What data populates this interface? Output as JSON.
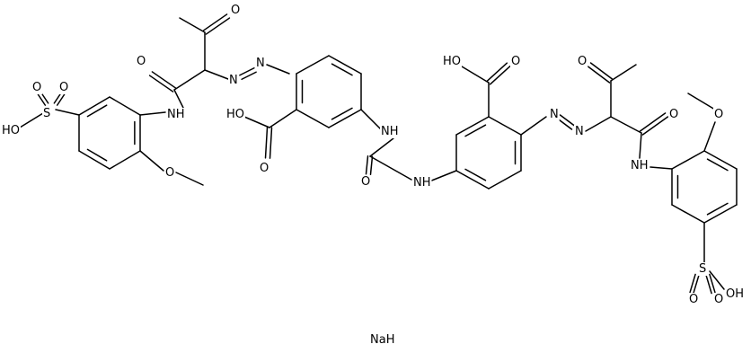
{
  "molecule": {
    "labels": {
      "sulfo_oh_left": "HO",
      "sulfo_s_left": "S",
      "sulfo_o1_left": "O",
      "sulfo_o2_left": "O",
      "amide_nh_left": "NH",
      "amide_o_left": "O",
      "acetyl_o_left": "O",
      "methoxy_o_left": "O",
      "azo_n1_left": "N",
      "azo_n2_left": "N",
      "cooh_oh_left": "HO",
      "cooh_o_left": "O",
      "urea_nh_top": "NH",
      "urea_o": "O",
      "urea_nh_bottom": "NH",
      "cooh_oh_right": "HO",
      "cooh_o_right": "O",
      "acetyl_o_right": "O",
      "azo_n1_right": "N",
      "azo_n2_right": "N",
      "amide_o_right": "O",
      "methoxy_o_right": "O",
      "amide_nh_right": "NH",
      "sulfo_s_right": "S",
      "sulfo_oh_right": "OH",
      "sulfo_o1_right": "O",
      "sulfo_o2_right": "O"
    },
    "counterion": "NaH"
  }
}
